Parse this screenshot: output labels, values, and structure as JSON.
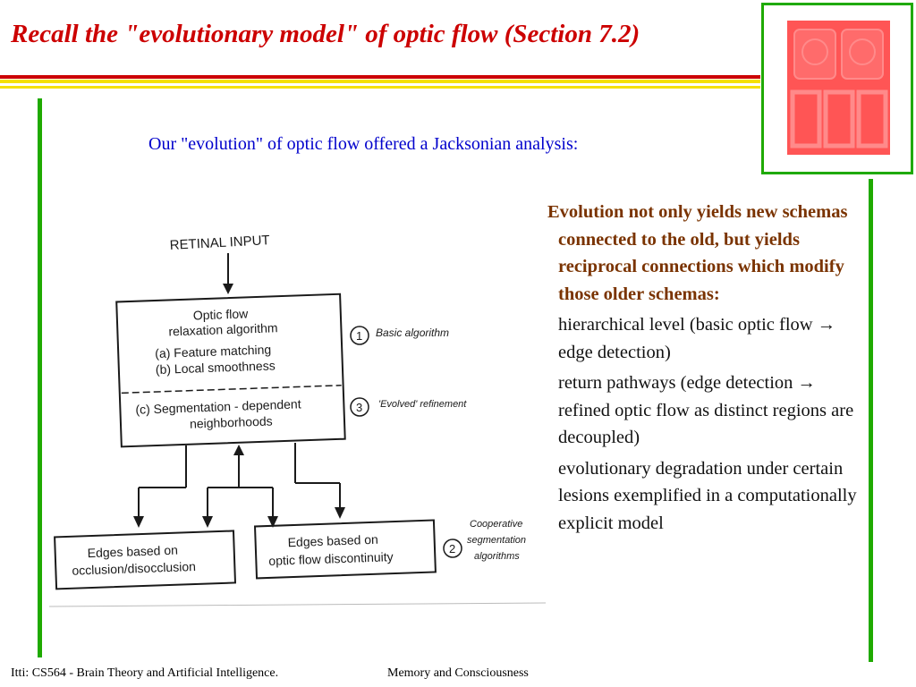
{
  "title": "Recall the \"evolutionary model\" of optic flow (Section 7.2)",
  "subtitle": "Our \"evolution\" of optic flow offered a Jacksonian analysis:",
  "bullets": {
    "main": "Evolution not only yields new schemas connected to the old, but yields reciprocal connections which modify those older schemas:",
    "sub1": " hierarchical level (basic optic flow → edge detection)",
    "sub2": " return pathways (edge detection → refined optic flow as distinct regions are decoupled)",
    "sub3": "evolutionary degradation under certain lesions  exemplified in a computationally explicit model"
  },
  "diagram": {
    "retinal_input": "RETINAL  INPUT",
    "box_line1": "Optic  flow",
    "box_line2": "relaxation  algorithm",
    "box_line3": "(a)  Feature  matching",
    "box_line4": "(b)  Local  smoothness",
    "box_line5": "(c)  Segmentation - dependent",
    "box_line6": "neighborhoods",
    "label1_num": "1",
    "label1": "Basic algorithm",
    "label3_num": "3",
    "label3": "'Evolved' refinement",
    "edges_left_1": "Edges  based  on",
    "edges_left_2": "occlusion/disocclusion",
    "edges_right_1": "Edges  based  on",
    "edges_right_2": "optic  flow  discontinuity",
    "label2_num": "2",
    "label2_1": "Cooperative",
    "label2_2": "segmentation",
    "label2_3": "algorithms"
  },
  "footer": {
    "left": "Itti: CS564 - Brain Theory and Artificial Intelligence.",
    "right": "Memory and Consciousness"
  },
  "colors": {
    "title_red": "#cc0000",
    "frame_green": "#1faa00",
    "subtitle_blue": "#0000cc",
    "bullet_brown": "#7a3300",
    "logo_red": "#ff5555",
    "stripe_yellow": "#f5e000"
  }
}
